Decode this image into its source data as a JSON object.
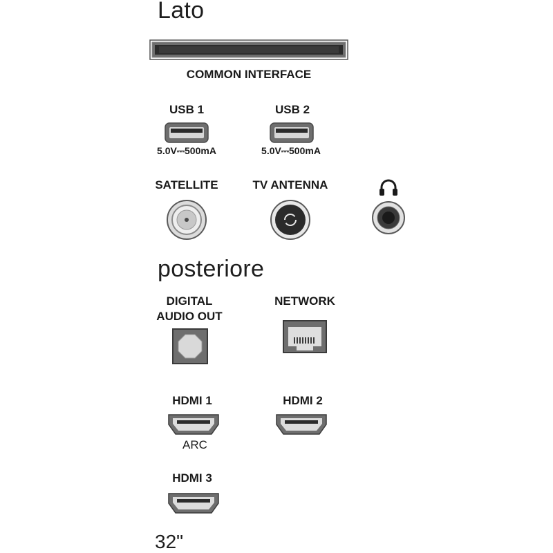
{
  "sections": {
    "side_title": "Lato",
    "rear_title": "posteriore"
  },
  "ports": {
    "common_interface": "COMMON INTERFACE",
    "usb1": {
      "label": "USB 1",
      "rating": "5.0V⎓500mA"
    },
    "usb2": {
      "label": "USB 2",
      "rating": "5.0V⎓500mA"
    },
    "satellite": "SATELLITE",
    "tv_antenna": "TV ANTENNA",
    "headphone_icon": "headphones-icon",
    "digital_audio_out": [
      "DIGITAL",
      "AUDIO OUT"
    ],
    "network": "NETWORK",
    "hdmi1": {
      "label": "HDMI 1",
      "note": "ARC"
    },
    "hdmi2": "HDMI 2",
    "hdmi3": "HDMI 3"
  },
  "model_size": "32\"",
  "colors": {
    "port_gray": "#6e6e6e",
    "dark": "#2b2b2b",
    "light_rim": "#e5e5e5"
  }
}
